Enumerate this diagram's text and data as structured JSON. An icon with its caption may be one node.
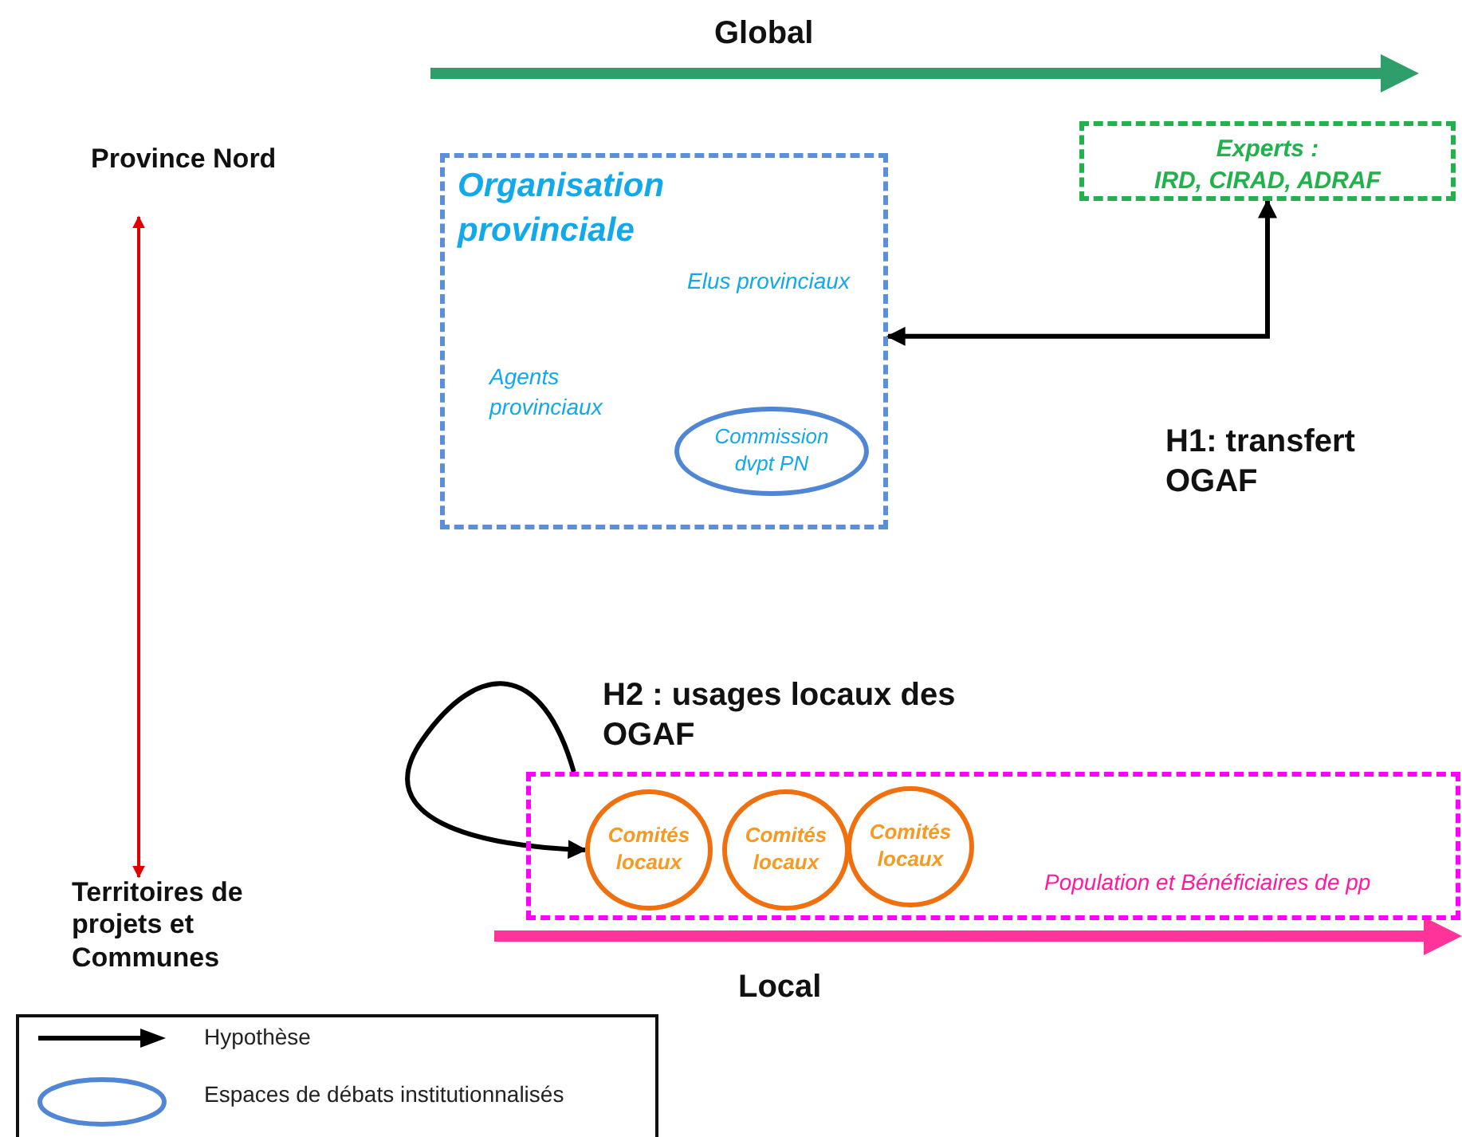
{
  "diagram": {
    "nodes": [
      {
        "text": [
          "Province Nord"
        ]
      },
      {
        "text": [
          "Territoires de projets et Communes"
        ]
      },
      {
        "text": [
          "Organisation provinciale"
        ]
      },
      {
        "text": [
          "Elus provinciaux"
        ],
        "in": 2
      },
      {
        "text": [
          "Agents provinciaux"
        ],
        "in": 2
      },
      {
        "text": [
          "Commission dvpt PN"
        ],
        "in": 2
      },
      {
        "text": [
          "Experts :",
          "IRD, CIRAD, ADRAF"
        ]
      },
      {
        "text": [
          "Population et Bénéficiaires de pp"
        ]
      },
      {
        "text": [
          "Comités locaux"
        ],
        "in": 7
      },
      {
        "text": [
          "Comités locaux"
        ],
        "in": 7
      },
      {
        "text": [
          "Comités locaux"
        ],
        "in": 7
      }
    ],
    "edges": [
      {
        "from": 0,
        "to": 1,
        "arrow": "both",
        "color": "#e00000"
      },
      {
        "from": 6,
        "to": 2,
        "arrow": "both"
      },
      {
        "from": 7,
        "to": 8,
        "arrow": "to"
      }
    ],
    "labels": [
      "Global",
      "H1: transfert OGAF",
      "H2 : usages locaux des OGAF",
      "Local"
    ],
    "legend": [
      {
        "text": "Hypothèse"
      },
      {
        "text": "Espaces de débats institutionnalisés"
      }
    ]
  }
}
